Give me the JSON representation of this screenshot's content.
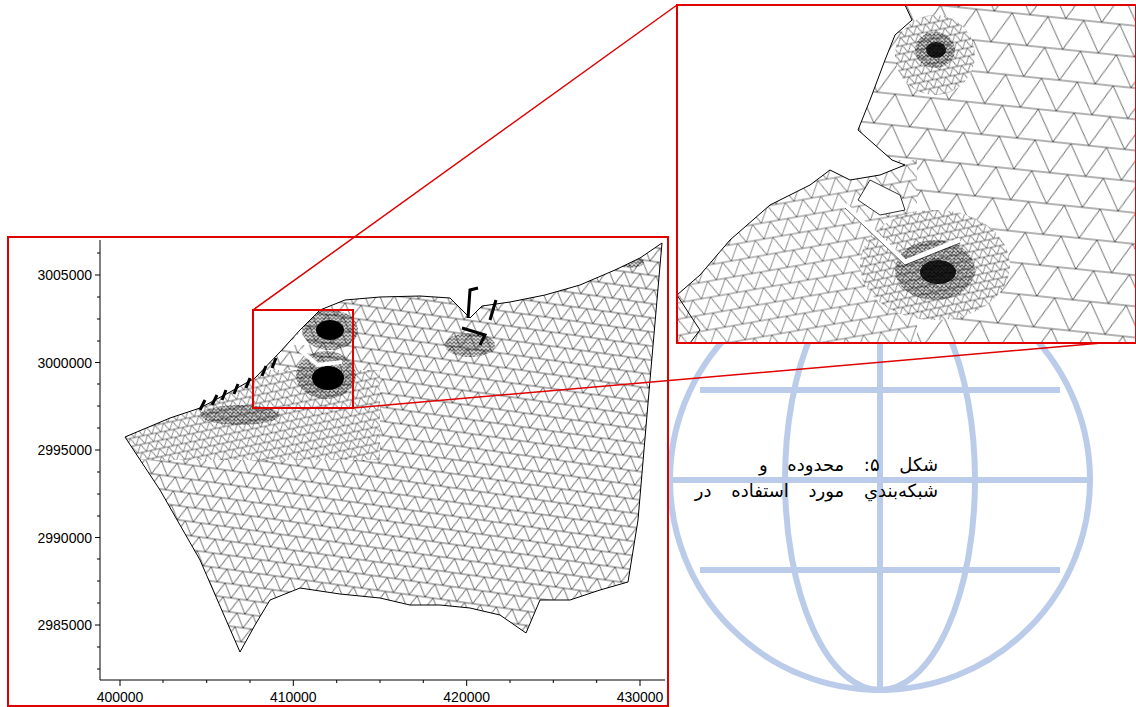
{
  "diagram": {
    "caption": "شکل ۵: محدوده و شبکه‌بندي مورد استفاده در",
    "labels": [
      "3005000",
      "3000000",
      "2995000",
      "2990000",
      "2985000",
      "400000",
      "410000",
      "420000",
      "430000"
    ]
  }
}
